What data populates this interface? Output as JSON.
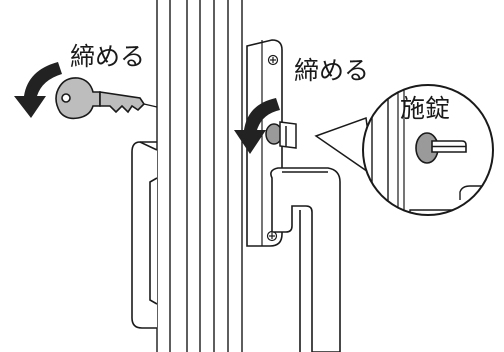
{
  "labels": {
    "tighten_left": "締める",
    "tighten_right": "締める",
    "locked": "施錠"
  },
  "icons": {
    "key": "key-icon",
    "rotate_arrow_left": "rotate-arrow-icon",
    "rotate_arrow_right": "rotate-arrow-icon",
    "thumb_turn": "thumb-turn-icon",
    "screw": "screw-icon"
  },
  "colors": {
    "line": "#1a1a1a",
    "key_fill": "#bdbdbd",
    "arrow_fill": "#222222",
    "lock_gray": "#9a9a9a"
  }
}
